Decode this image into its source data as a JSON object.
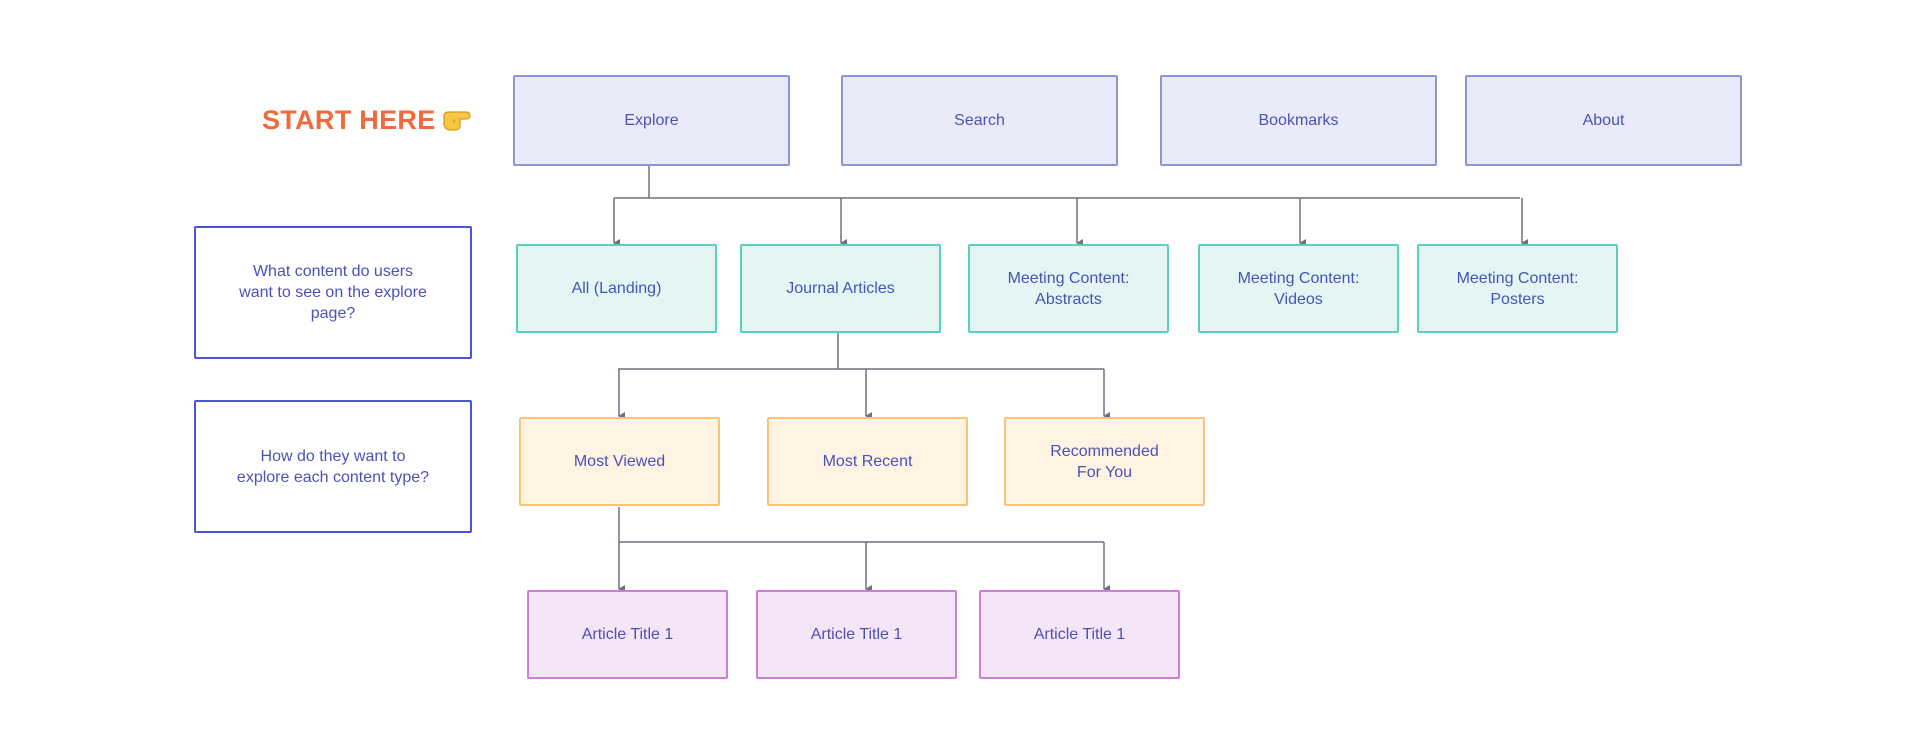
{
  "start": {
    "label": "START HERE",
    "pointer_icon": "hand-pointing-right-icon"
  },
  "questions": {
    "q1": "What content do users want to see on the explore page?",
    "q2": "How do they want to explore each content type?"
  },
  "nav": {
    "explore": "Explore",
    "search": "Search",
    "bookmarks": "Bookmarks",
    "about": "About"
  },
  "content_types": {
    "all": "All (Landing)",
    "journal": "Journal Articles",
    "abstracts": "Meeting Content: Abstracts",
    "videos": "Meeting Content: Videos",
    "posters": "Meeting Content: Posters"
  },
  "explore_modes": {
    "most_viewed": "Most Viewed",
    "most_recent": "Most Recent",
    "recommended": "Recommended For You"
  },
  "articles": [
    "Article Title 1",
    "Article Title 1",
    "Article Title 1"
  ],
  "colors": {
    "nav_fill": "#e9ebf8",
    "content_fill": "#e3f6f3",
    "explore_fill": "#fff3e4",
    "article_fill": "#f4e6f6",
    "start_text": "#f06a3c",
    "connector": "#6f7280"
  }
}
